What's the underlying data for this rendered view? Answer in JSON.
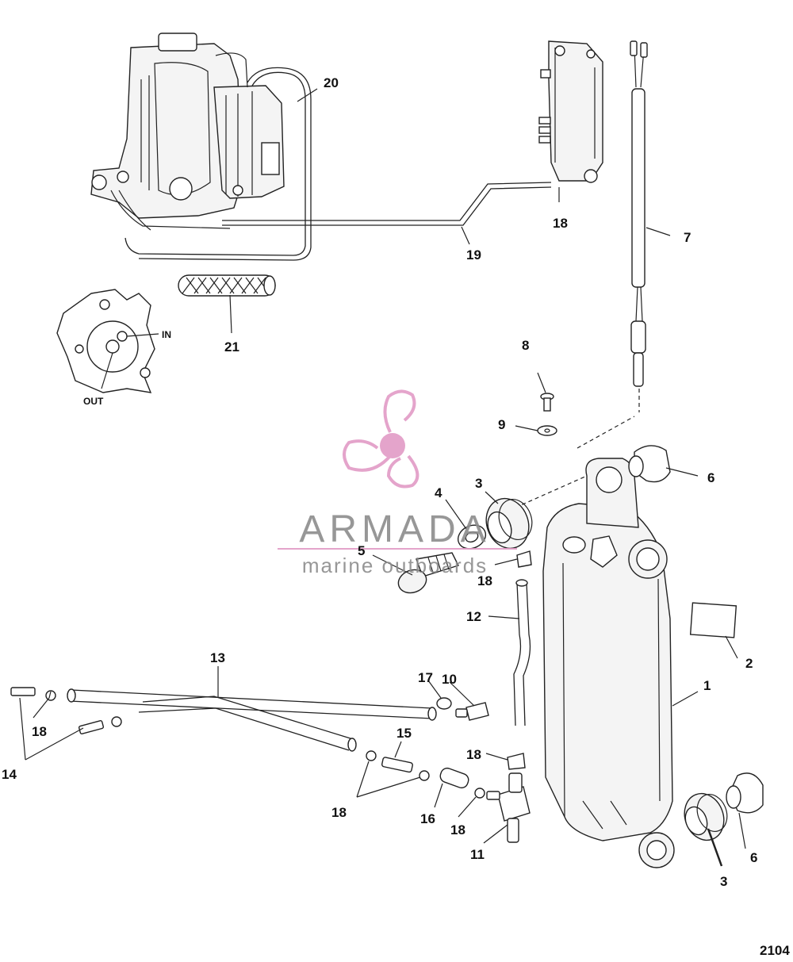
{
  "diagram": {
    "callouts": [
      {
        "id": "c1",
        "text": "1"
      },
      {
        "id": "c2",
        "text": "2"
      },
      {
        "id": "c3a",
        "text": "3"
      },
      {
        "id": "c3b",
        "text": "3"
      },
      {
        "id": "c4",
        "text": "4"
      },
      {
        "id": "c5",
        "text": "5"
      },
      {
        "id": "c6a",
        "text": "6"
      },
      {
        "id": "c6b",
        "text": "6"
      },
      {
        "id": "c7",
        "text": "7"
      },
      {
        "id": "c8",
        "text": "8"
      },
      {
        "id": "c9",
        "text": "9"
      },
      {
        "id": "c10",
        "text": "10"
      },
      {
        "id": "c11",
        "text": "11"
      },
      {
        "id": "c12",
        "text": "12"
      },
      {
        "id": "c13",
        "text": "13"
      },
      {
        "id": "c14",
        "text": "14"
      },
      {
        "id": "c15",
        "text": "15"
      },
      {
        "id": "c16",
        "text": "16"
      },
      {
        "id": "c17",
        "text": "17"
      },
      {
        "id": "c18a",
        "text": "18"
      },
      {
        "id": "c18b",
        "text": "18"
      },
      {
        "id": "c18c",
        "text": "18"
      },
      {
        "id": "c18d",
        "text": "18"
      },
      {
        "id": "c18e",
        "text": "18"
      },
      {
        "id": "c18f",
        "text": "18"
      },
      {
        "id": "c19",
        "text": "19"
      },
      {
        "id": "c20",
        "text": "20"
      },
      {
        "id": "c21",
        "text": "21"
      }
    ],
    "pump_labels": {
      "inlet": "IN",
      "outlet": "OUT"
    },
    "figure_number": "2104"
  },
  "watermark": {
    "brand": "ARMADA",
    "tagline": "marine outboards",
    "color": "#e29bc6"
  }
}
